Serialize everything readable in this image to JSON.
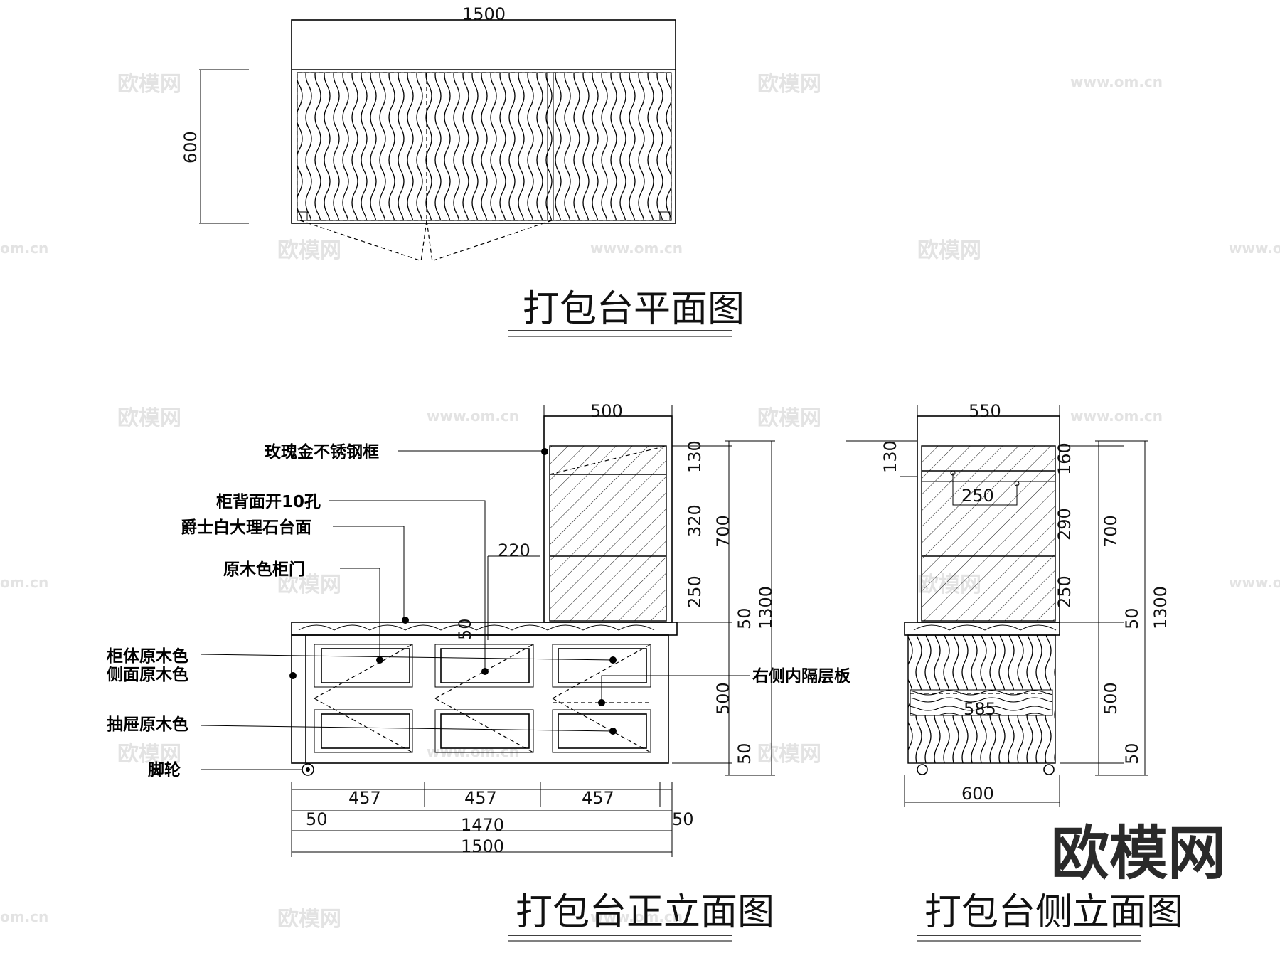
{
  "plan": {
    "title": "打包台平面图",
    "dim_width": "1500",
    "dim_depth": "600"
  },
  "front": {
    "title": "打包台正立面图",
    "dims": {
      "top_width": "500",
      "offset": "220",
      "small50": "50",
      "h130": "130",
      "h320": "320",
      "h250": "250",
      "h700": "700",
      "h50a": "50",
      "h1300": "1300",
      "h500": "500",
      "h50b": "50",
      "col1": "457",
      "col2": "457",
      "col3": "457",
      "left50": "50",
      "right50": "50",
      "inner": "1470",
      "overall": "1500"
    },
    "labels": [
      "玫瑰金不锈钢框",
      "柜背面开10孔",
      "爵士白大理石台面",
      "原木色柜门",
      "柜体原木色",
      "侧面原木色",
      "抽屉原木色",
      "脚轮",
      "右侧内隔层板"
    ]
  },
  "side": {
    "title": "打包台侧立面图",
    "dims": {
      "top_width": "550",
      "h130": "130",
      "inner250": "250",
      "h160": "160",
      "h290": "290",
      "h250": "250",
      "h700": "700",
      "h50a": "50",
      "h1300": "1300",
      "h500": "500",
      "h50b": "50",
      "inner585": "585",
      "bottom600": "600"
    }
  },
  "watermark": {
    "brand": "欧模网",
    "url": "www.om.cn",
    "short": "om.cn"
  }
}
